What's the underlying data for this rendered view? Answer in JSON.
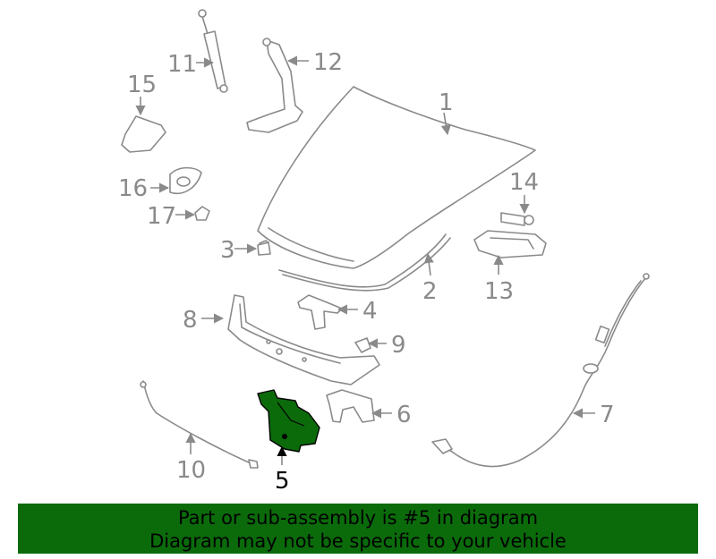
{
  "diagram": {
    "highlight_color": "#0b6b0b",
    "callouts": {
      "c1": "1",
      "c2": "2",
      "c3": "3",
      "c4": "4",
      "c5": "5",
      "c6": "6",
      "c7": "7",
      "c8": "8",
      "c9": "9",
      "c10": "10",
      "c11": "11",
      "c12": "12",
      "c13": "13",
      "c14": "14",
      "c15": "15",
      "c16": "16",
      "c17": "17"
    }
  },
  "banner": {
    "line1": "Part or sub-assembly is #5 in diagram",
    "line2": "Diagram may not be specific to your vehicle"
  }
}
